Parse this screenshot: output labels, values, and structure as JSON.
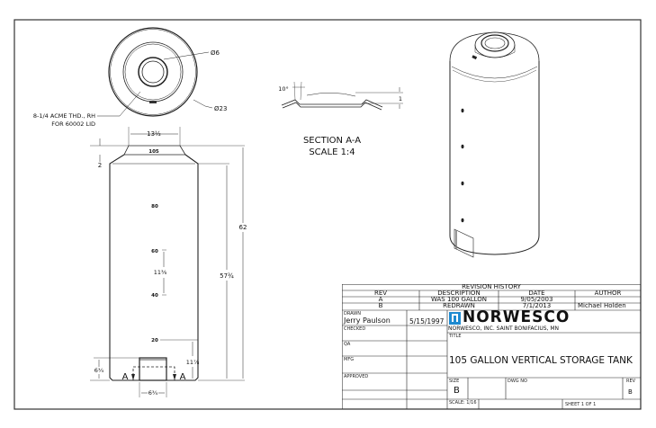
{
  "drawing": {
    "top_view": {
      "dia_small": "Ø6",
      "dia_large": "Ø23",
      "thread_note_line1": "8-1/4 ACME THD., RH",
      "thread_note_line2": "FOR 60002 LID"
    },
    "elevation": {
      "top_width": "13½",
      "top_offset": "2",
      "overall_height": "62",
      "body_height": "57¾",
      "marks": [
        "80",
        "60",
        "40",
        "20"
      ],
      "top_label": "105",
      "mark_spacing": "11⅜",
      "outlet_height": "11⅞",
      "outlet_offset": "6¾",
      "outlet_width": "6¾",
      "section_label_left": "A",
      "section_label_right": "A"
    },
    "section": {
      "angle": "10°",
      "depth": "1",
      "title": "SECTION A-A",
      "scale": "SCALE 1:4"
    }
  },
  "title_block": {
    "revision_history": {
      "title": "REVISION HISTORY",
      "headers": [
        "REV",
        "DESCRIPTION",
        "DATE",
        "AUTHOR"
      ],
      "rows": [
        [
          "A",
          "WAS 100 GALLON",
          "9/05/2003",
          ""
        ],
        [
          "B",
          "REDRAWN",
          "7/1/2013",
          "Michael Holden"
        ]
      ]
    },
    "drawn_label": "DRAWN",
    "drawn_by": "Jerry Paulson",
    "drawn_date": "5/15/1997",
    "checked_label": "CHECKED",
    "qa_label": "QA",
    "mfg_label": "MFG",
    "approved_label": "APPROVED",
    "company": {
      "logo_text": "NORWESCO",
      "address": "NORWESCO, INC.  SAINT BONIFACIUS, MN",
      "logo_color": "#1e8ad0"
    },
    "title_label": "TITLE",
    "title": "105 GALLON VERTICAL STORAGE TANK",
    "size_label": "SIZE",
    "size": "B",
    "dwg_no_label": "DWG NO",
    "dwg_no": "",
    "rev_label": "REV",
    "rev": "B",
    "scale": "SCALE:  1/16",
    "sheet": "SHEET 1  OF 1"
  }
}
